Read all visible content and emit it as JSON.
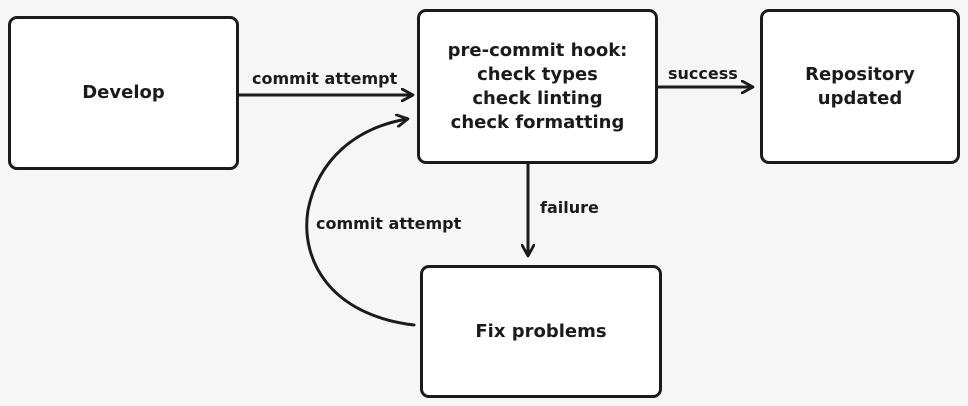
{
  "nodes": {
    "develop": {
      "label": "Develop"
    },
    "hook": {
      "lines": [
        "pre-commit hook:",
        "check types",
        "check linting",
        "check formatting"
      ]
    },
    "repo": {
      "label": "Repository updated"
    },
    "fix": {
      "label": "Fix problems"
    }
  },
  "edges": {
    "develop_to_hook": {
      "label": "commit attempt"
    },
    "hook_to_repo": {
      "label": "success"
    },
    "hook_to_fix": {
      "label": "failure"
    },
    "fix_to_hook": {
      "label": "commit attempt"
    }
  },
  "colors": {
    "background": "#f6f6f6",
    "box_fill": "#ffffff",
    "stroke": "#1b1b1b"
  }
}
